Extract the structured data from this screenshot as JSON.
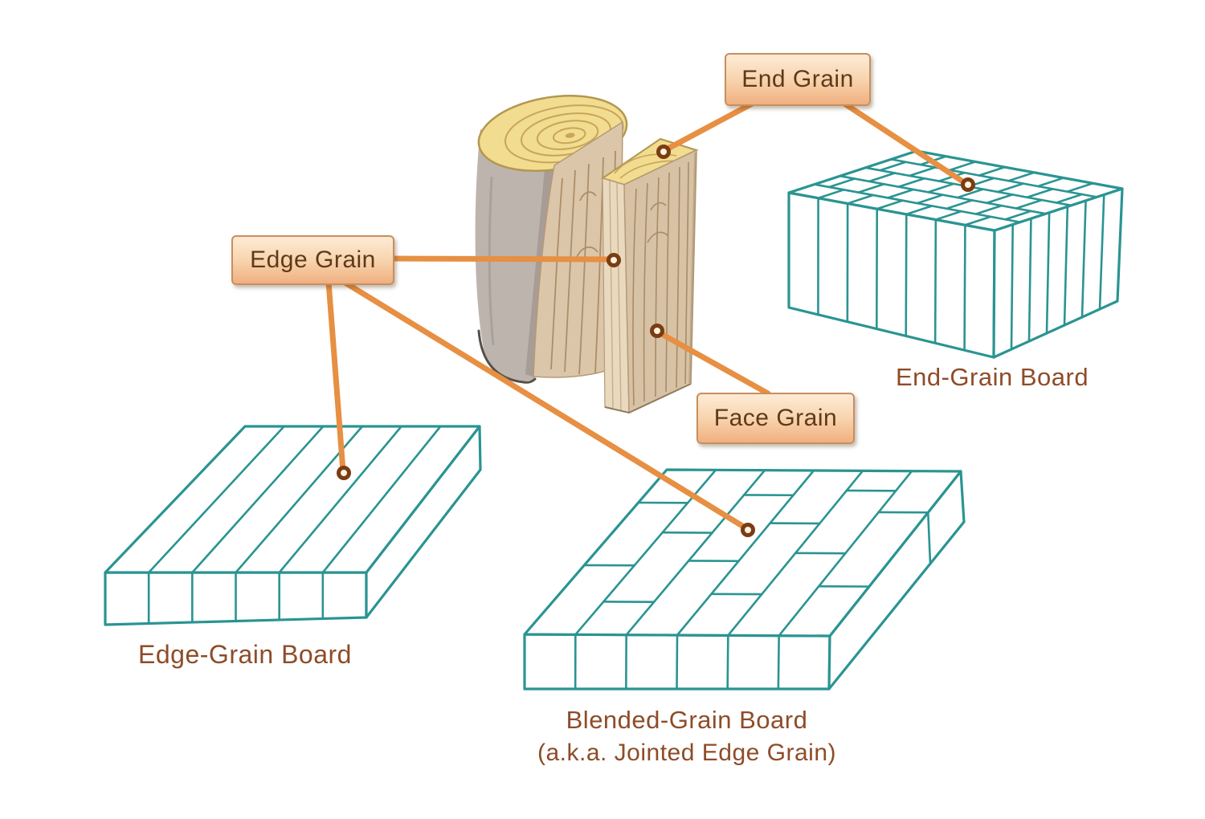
{
  "labels": {
    "end_grain": "End Grain",
    "edge_grain": "Edge Grain",
    "face_grain": "Face Grain"
  },
  "captions": {
    "end_board": "End-Grain Board",
    "edge_board": "Edge-Grain Board",
    "blended_board_line1": "Blended-Grain Board",
    "blended_board_line2": "(a.k.a. Jointed Edge Grain)"
  },
  "theme": {
    "background": "#ffffff",
    "teal": "#2a9492",
    "orange": "#e78f42",
    "dot_ring": "#7a3c12",
    "dot_fill": "#fdf3df",
    "label_bg_top": "#fce8d0",
    "label_bg_bottom": "#f0b080",
    "label_border": "#c98e5e",
    "label_text": "#5e3a1c",
    "caption_text": "#8e4c28"
  }
}
